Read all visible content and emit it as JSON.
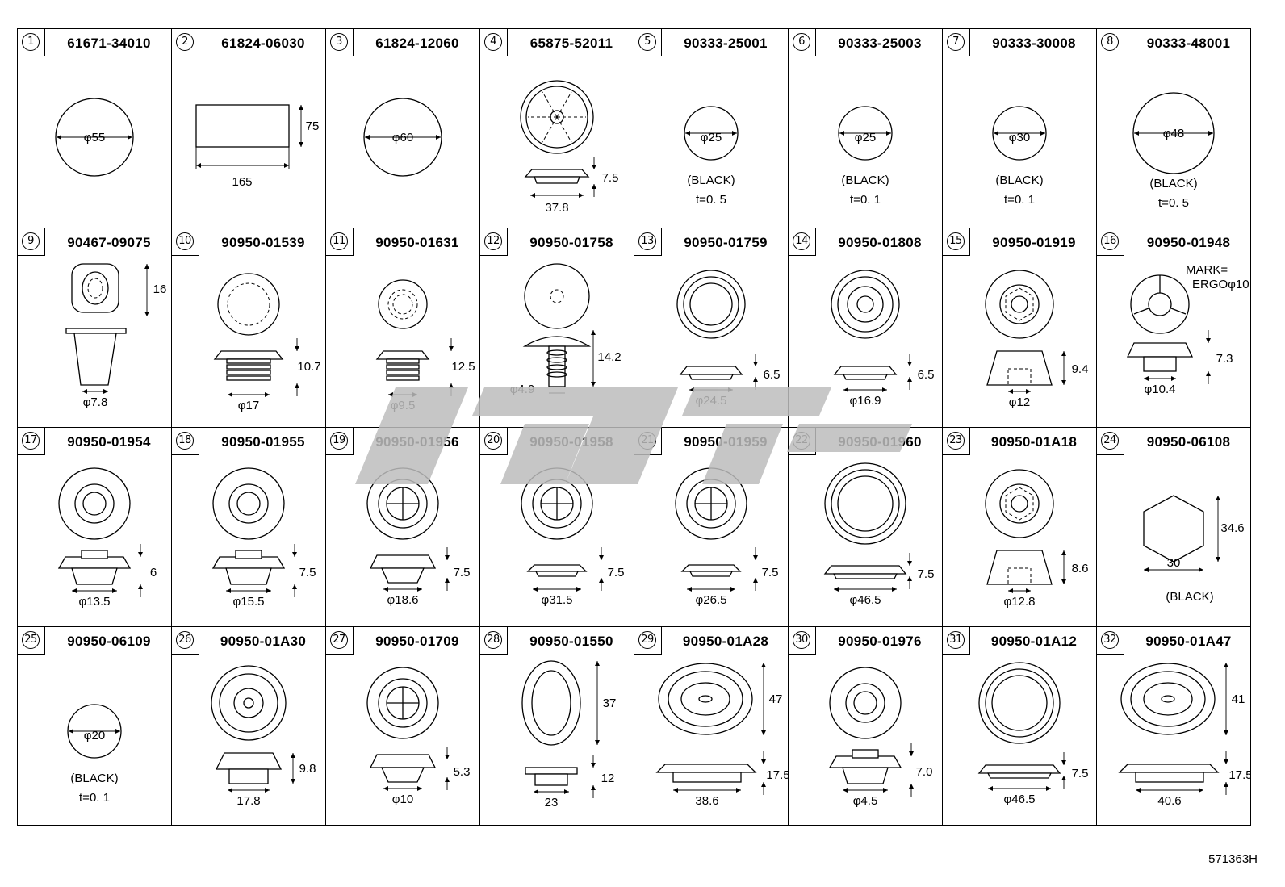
{
  "figure_code": "571363H",
  "watermark_color": "#bdbdbd",
  "parts": [
    {
      "num": "1",
      "part_no": "61671-34010",
      "shape": "disc",
      "labels": [
        "φ55"
      ]
    },
    {
      "num": "2",
      "part_no": "61824-06030",
      "shape": "rect",
      "labels": [
        "165",
        "75"
      ]
    },
    {
      "num": "3",
      "part_no": "61824-12060",
      "shape": "disc",
      "labels": [
        "φ60"
      ]
    },
    {
      "num": "4",
      "part_no": "65875-52011",
      "shape": "spoke-plug",
      "labels": [
        "37.8",
        "7.5"
      ]
    },
    {
      "num": "5",
      "part_no": "90333-25001",
      "shape": "disc-small",
      "labels": [
        "φ25",
        "(BLACK)",
        "t=0. 5"
      ]
    },
    {
      "num": "6",
      "part_no": "90333-25003",
      "shape": "disc-small",
      "labels": [
        "φ25",
        "(BLACK)",
        "t=0. 1"
      ]
    },
    {
      "num": "7",
      "part_no": "90333-30008",
      "shape": "disc-small",
      "labels": [
        "φ30",
        "(BLACK)",
        "t=0. 1"
      ]
    },
    {
      "num": "8",
      "part_no": "90333-48001",
      "shape": "disc-mid",
      "labels": [
        "φ48",
        "(BLACK)",
        "t=0. 5"
      ]
    },
    {
      "num": "9",
      "part_no": "90467-09075",
      "shape": "clip",
      "labels": [
        "16",
        "φ7.8"
      ]
    },
    {
      "num": "10",
      "part_no": "90950-01539",
      "shape": "plug-ribbed",
      "labels": [
        "φ17",
        "10.7"
      ]
    },
    {
      "num": "11",
      "part_no": "90950-01631",
      "shape": "plug-ribbed-small",
      "labels": [
        "φ9.5",
        "12.5"
      ]
    },
    {
      "num": "12",
      "part_no": "90950-01758",
      "shape": "push-pin",
      "labels": [
        "φ4.9",
        "14.2"
      ]
    },
    {
      "num": "13",
      "part_no": "90950-01759",
      "shape": "flat-plug",
      "labels": [
        "φ24.5",
        "6.5"
      ]
    },
    {
      "num": "14",
      "part_no": "90950-01808",
      "shape": "flat-plug-ring",
      "labels": [
        "φ16.9",
        "6.5"
      ]
    },
    {
      "num": "15",
      "part_no": "90950-01919",
      "shape": "hex-plug",
      "labels": [
        "φ12",
        "9.4"
      ]
    },
    {
      "num": "16",
      "part_no": "90950-01948",
      "shape": "marked-plug",
      "labels": [
        "φ10.4",
        "7.3",
        "MARK=",
        "ERGOφ10"
      ]
    },
    {
      "num": "17",
      "part_no": "90950-01954",
      "shape": "ring-plug",
      "labels": [
        "φ13.5",
        "6"
      ]
    },
    {
      "num": "18",
      "part_no": "90950-01955",
      "shape": "ring-plug",
      "labels": [
        "φ15.5",
        "7.5"
      ]
    },
    {
      "num": "19",
      "part_no": "90950-01956",
      "shape": "cross-plug",
      "labels": [
        "φ18.6",
        "7.5"
      ]
    },
    {
      "num": "20",
      "part_no": "90950-01958",
      "shape": "cross-flat",
      "labels": [
        "φ31.5",
        "7.5"
      ]
    },
    {
      "num": "21",
      "part_no": "90950-01959",
      "shape": "cross-flat",
      "labels": [
        "φ26.5",
        "7.5"
      ]
    },
    {
      "num": "22",
      "part_no": "90950-01960",
      "shape": "large-flat",
      "labels": [
        "φ46.5",
        "7.5"
      ]
    },
    {
      "num": "23",
      "part_no": "90950-01A18",
      "shape": "hex-plug",
      "labels": [
        "φ12.8",
        "8.6"
      ]
    },
    {
      "num": "24",
      "part_no": "90950-06108",
      "shape": "hexagon",
      "labels": [
        "30",
        "34.6",
        "(BLACK)"
      ]
    },
    {
      "num": "25",
      "part_no": "90950-06109",
      "shape": "disc-small",
      "labels": [
        "φ20",
        "(BLACK)",
        "t=0. 1"
      ]
    },
    {
      "num": "26",
      "part_no": "90950-01A30",
      "shape": "tall-ring",
      "labels": [
        "17.8",
        "9.8"
      ]
    },
    {
      "num": "27",
      "part_no": "90950-01709",
      "shape": "cross-plug",
      "labels": [
        "φ10",
        "5.3"
      ]
    },
    {
      "num": "28",
      "part_no": "90950-01550",
      "shape": "oval-plug",
      "labels": [
        "23",
        "37",
        "12"
      ]
    },
    {
      "num": "29",
      "part_no": "90950-01A28",
      "shape": "oval-large",
      "labels": [
        "38.6",
        "47",
        "17.5"
      ]
    },
    {
      "num": "30",
      "part_no": "90950-01976",
      "shape": "ring-plug",
      "labels": [
        "φ4.5",
        "7.0"
      ]
    },
    {
      "num": "31",
      "part_no": "90950-01A12",
      "shape": "large-flat",
      "labels": [
        "φ46.5",
        "7.5"
      ]
    },
    {
      "num": "32",
      "part_no": "90950-01A47",
      "shape": "oval-large",
      "labels": [
        "40.6",
        "41",
        "17.5"
      ]
    }
  ]
}
